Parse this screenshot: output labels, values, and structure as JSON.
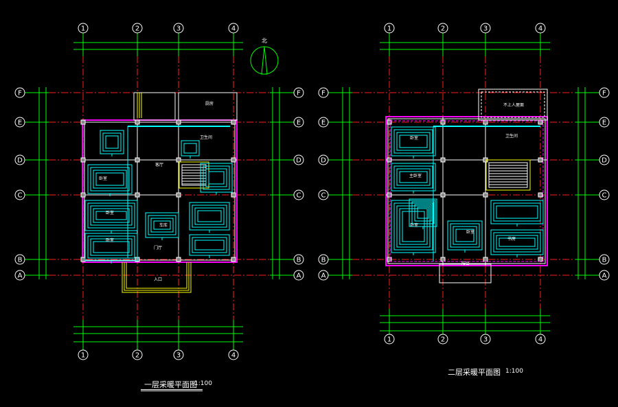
{
  "plans": [
    {
      "title": "一层采暖平面图",
      "scale": "1:100",
      "col_labels": [
        "1",
        "2",
        "3",
        "4"
      ],
      "row_labels": [
        "F",
        "E",
        "D",
        "C",
        "B",
        "A"
      ],
      "rooms": [
        {
          "label": "厨房"
        },
        {
          "label": "卫生间"
        },
        {
          "label": "客厅"
        },
        {
          "label": "卧室"
        },
        {
          "label": "卧室"
        },
        {
          "label": "卧室"
        },
        {
          "label": "车库"
        },
        {
          "label": "门厅"
        },
        {
          "label": "入口"
        }
      ]
    },
    {
      "title": "二层采暖平面图",
      "scale": "1:100",
      "col_labels": [
        "1",
        "2",
        "3",
        "4"
      ],
      "row_labels": [
        "F",
        "E",
        "D",
        "C",
        "B",
        "A"
      ],
      "rooms": [
        {
          "label": "卧室"
        },
        {
          "label": "主卧室"
        },
        {
          "label": "卧室"
        },
        {
          "label": "卧室"
        },
        {
          "label": "书房"
        },
        {
          "label": "卫生间"
        },
        {
          "label": "不上人屋面"
        },
        {
          "label": "阳台"
        }
      ]
    }
  ],
  "north_label": "北",
  "colors": {
    "grid_red": "#ff2020",
    "dim_green": "#00ff00",
    "heating_cyan": "#00ffff",
    "wall_white": "#ffffff",
    "pipe_magenta": "#ff00ff",
    "accent_yellow": "#ffff00"
  }
}
